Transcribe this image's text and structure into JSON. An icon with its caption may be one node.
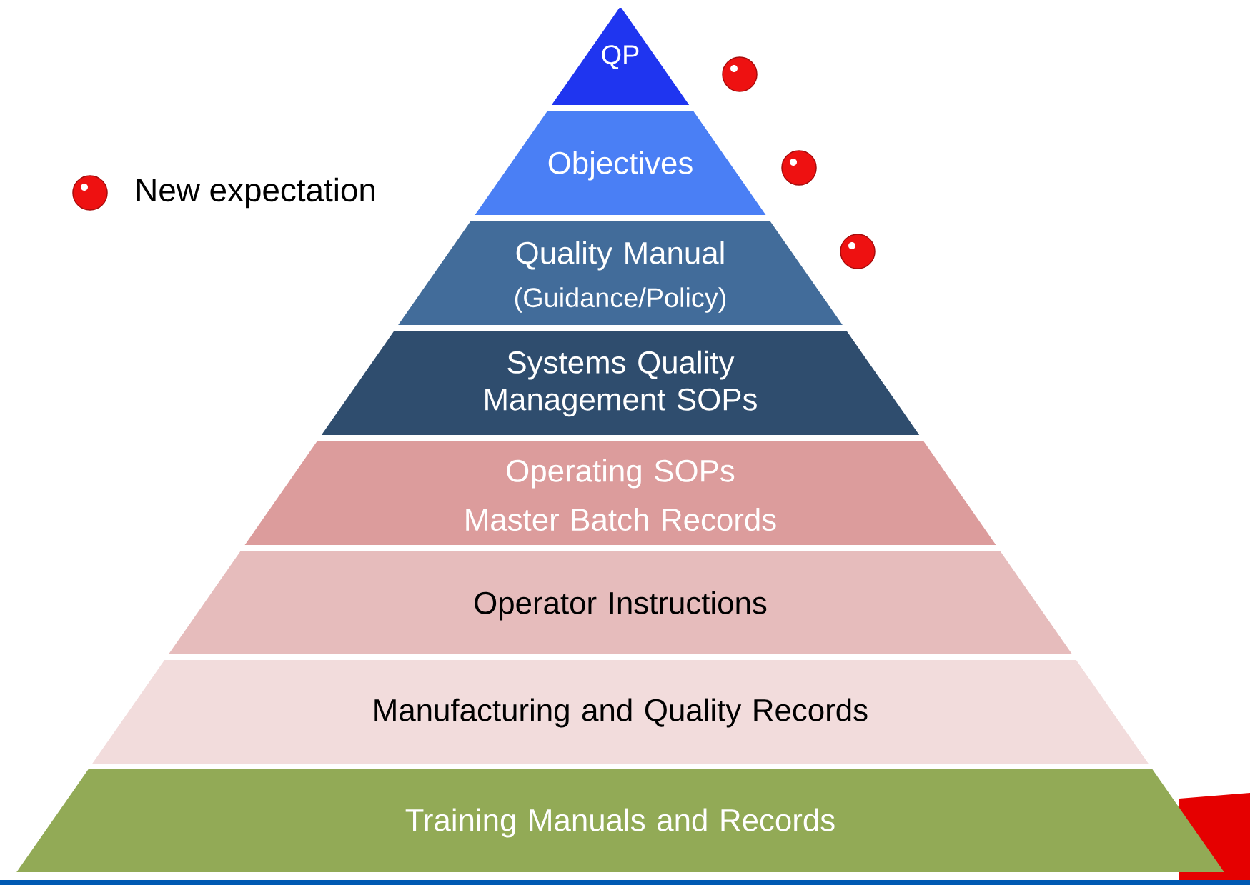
{
  "diagram": {
    "nodes": [
      {
        "text": [
          "QP"
        ]
      },
      {
        "text": [
          "Objectives"
        ]
      },
      {
        "text": [
          "Quality Manual",
          "(Guidance/Policy)"
        ]
      },
      {
        "text": [
          "Systems Quality Management SOPs"
        ]
      },
      {
        "text": [
          "Operating SOPs",
          "Master Batch Records"
        ]
      },
      {
        "text": [
          "Operator Instructions"
        ]
      },
      {
        "text": [
          "Manufacturing and Quality Records"
        ]
      },
      {
        "text": [
          "Training Manuals and Records"
        ]
      }
    ],
    "legend": [
      {
        "text": "New expectation",
        "color": "#ee1111"
      }
    ]
  }
}
